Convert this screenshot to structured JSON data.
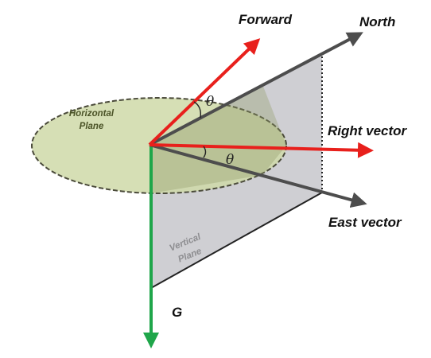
{
  "diagram": {
    "labels": {
      "forward": "Forward",
      "north": "North",
      "right_vector": "Right vector",
      "east_vector": "East vector",
      "gravity": "G",
      "horizontal_plane_line1": "Horizontal",
      "horizontal_plane_line2": "Plane",
      "vertical_plane_line1": "Vertical",
      "vertical_plane_line2": "Plane",
      "angle_top": "θ",
      "angle_bottom": "θ"
    },
    "colors": {
      "forward_arrow": "#e8201c",
      "right_arrow": "#e8201c",
      "north_arrow": "#4d4d4d",
      "east_arrow": "#4d4d4d",
      "gravity_arrow": "#1fa64a",
      "horizontal_plane_fill": "#cfd9a8",
      "horizontal_plane_stroke": "#4a4a3a",
      "vertical_plane_fill": "#cfcfd3",
      "horizontal_plane_text": "#4b5327",
      "vertical_plane_text": "#8d8d90"
    }
  }
}
